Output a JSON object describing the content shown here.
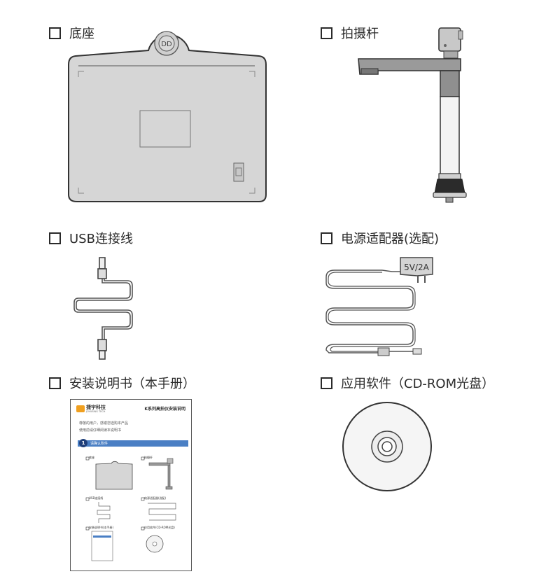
{
  "items": [
    {
      "label": "底座"
    },
    {
      "label": "拍摄杆"
    },
    {
      "label": "USB连接线"
    },
    {
      "label": "电源适配器(选配)"
    },
    {
      "label": "安装说明书（本手册）"
    },
    {
      "label": "应用软件（CD-ROM光盘）"
    }
  ],
  "base": {
    "logo_mark": "DD"
  },
  "adapter": {
    "marking": "5V/2A"
  },
  "manual": {
    "brand": "捷宇科技",
    "brand_en": "JOYUSING TECH",
    "title": "K系列高拍仪安装说明",
    "intro_line1": "尊敬的用户，感谢您选购本产品",
    "intro_line2": "使用前请仔细阅读本说明书",
    "step_number": "1",
    "step_title": "请确认附件",
    "mini_labels": [
      "底座",
      "拍摄杆",
      "USB连接线",
      "电源适配器(选配)",
      "安装说明书(本手册)",
      "应用软件(CD-ROM光盘)"
    ]
  },
  "colors": {
    "accent": "#4a7fc4",
    "body_gray": "#d6d6d6",
    "outline": "#333333"
  }
}
